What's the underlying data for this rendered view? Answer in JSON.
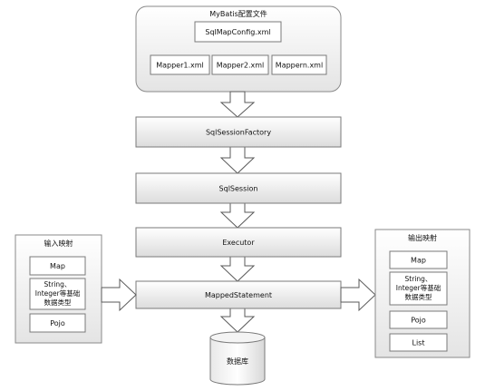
{
  "config_group": {
    "title": "MyBatis配置文件",
    "main_file": "SqlMapConfig.xml",
    "mappers": [
      "Mapper1.xml",
      "Mapper2.xml",
      "Mappern.xml"
    ]
  },
  "flow": {
    "factory": "SqlSessionFactory",
    "session": "SqlSession",
    "executor": "Executor",
    "statement": "MappedStatement",
    "database": "数据库"
  },
  "input_mapping": {
    "title": "输入映射",
    "items": [
      "Map",
      "String、",
      "Integer等基础",
      "数据类型",
      "Pojo"
    ]
  },
  "output_mapping": {
    "title": "输出映射",
    "items": [
      "Map",
      "String、",
      "Integer等基础",
      "数据类型",
      "Pojo",
      "List"
    ]
  }
}
